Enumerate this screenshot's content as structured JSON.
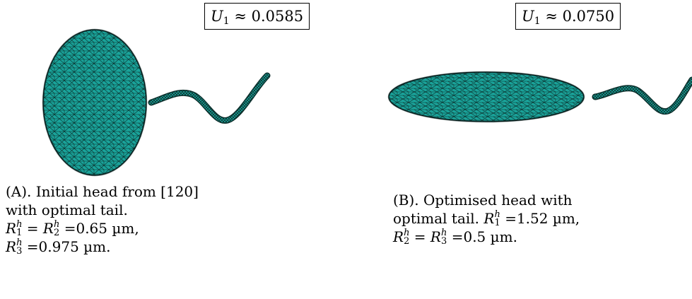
{
  "panels": [
    {
      "id": "A",
      "velocity_symbol": "U",
      "velocity_subscript": "1",
      "velocity_relation": "≈",
      "velocity_value": "0.0585",
      "caption_line1": "(A). Initial head from [120]",
      "caption_line2": "with optimal tail.",
      "caption_r_var": "R",
      "caption_r_sup": "h",
      "caption_r_index1": "1",
      "caption_r_index2": "2",
      "caption_r_index3": "3",
      "caption_equals": "=",
      "caption_value_r12": "=0.65 µm,",
      "caption_value_r3": "=0.975 µm."
    },
    {
      "id": "B",
      "velocity_symbol": "U",
      "velocity_subscript": "1",
      "velocity_relation": "≈",
      "velocity_value": "0.0750",
      "caption_line1": "(B). Optimised head with",
      "caption_line2": "optimal tail.",
      "caption_r_var": "R",
      "caption_r_sup": "h",
      "caption_r_index1": "1",
      "caption_r_index2": "2",
      "caption_r_index3": "3",
      "caption_equals": "=",
      "caption_value_r1": "=1.52 µm,",
      "caption_value_r23": "=0.5 µm."
    }
  ],
  "colors": {
    "mesh_fill": "#1aa39a",
    "mesh_line": "#0b2e2b",
    "outline": "#000000"
  },
  "icons": {
    "panel_a_figure": "swimmer-upright-ellipsoid-head",
    "panel_b_figure": "swimmer-elongated-ellipsoid-head"
  }
}
